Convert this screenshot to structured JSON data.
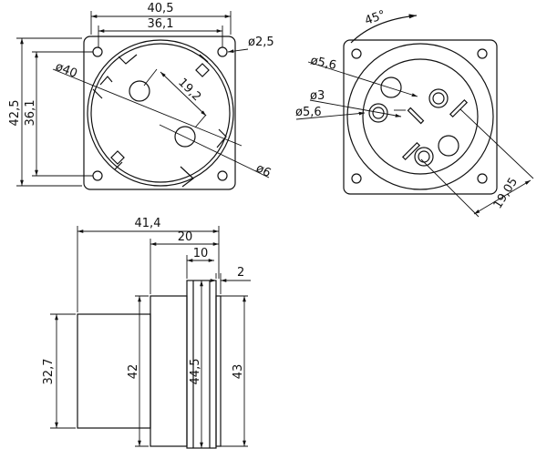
{
  "front_view": {
    "width": "40,5",
    "hole_spacing_x": "36,1",
    "mount_hole": "ø2,5",
    "height": "42,5",
    "hole_spacing_y": "36,1",
    "body_dia": "ø40",
    "pin_spacing": "19,2",
    "pin_dia": "ø6"
  },
  "rear_view": {
    "angle": "45°",
    "hole_dia_a": "ø5,6",
    "pin_dia": "ø3",
    "ring_dia": "ø5,6",
    "pin_spacing": "19,05"
  },
  "side_view": {
    "total_depth": "41,4",
    "flange_depth": "20",
    "plate_depth": "10",
    "ring_depth": "2",
    "body_height": "32,7",
    "flange_height": "42",
    "plate_height": "44,5",
    "ring_height": "43"
  }
}
